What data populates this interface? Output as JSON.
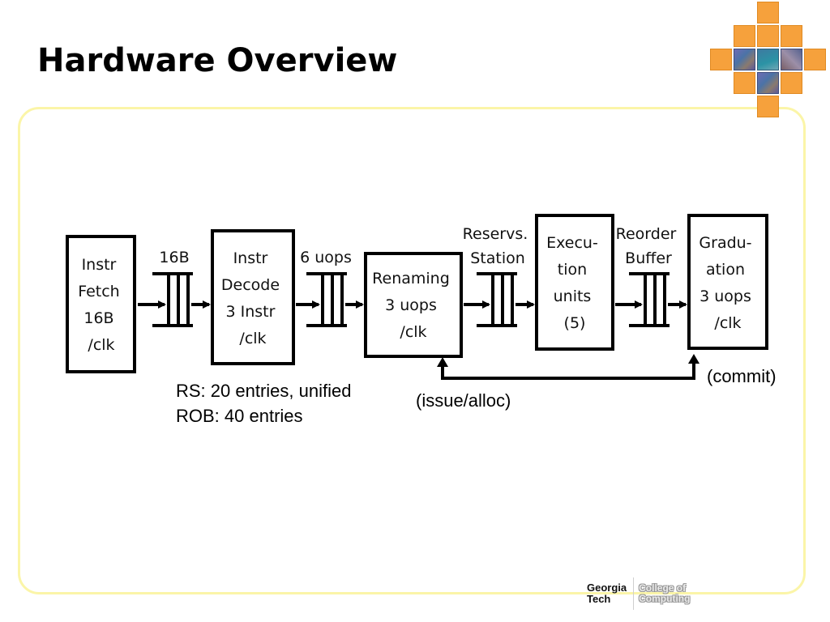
{
  "slide": {
    "title": "Hardware Overview"
  },
  "diagram": {
    "stages": [
      {
        "id": "fetch",
        "lines": [
          "Instr",
          "Fetch",
          "16B",
          "/clk"
        ]
      },
      {
        "id": "decode",
        "lines": [
          "Instr",
          "Decode",
          "3 Instr",
          "/clk"
        ]
      },
      {
        "id": "renaming",
        "lines": [
          "Renaming",
          "3 uops",
          "/clk"
        ]
      },
      {
        "id": "execution",
        "lines": [
          "Execu-",
          "tion",
          "units",
          "(5)"
        ]
      },
      {
        "id": "graduation",
        "lines": [
          "Gradu-",
          "ation",
          "3 uops",
          "/clk"
        ]
      }
    ],
    "queues": [
      {
        "id": "q1",
        "label_lines": [
          "16B"
        ]
      },
      {
        "id": "q2",
        "label_lines": [
          "6 uops"
        ]
      },
      {
        "id": "q3",
        "label_lines": [
          "Reservs.",
          "Station"
        ]
      },
      {
        "id": "q4",
        "label_lines": [
          "Reorder",
          "Buffer"
        ]
      }
    ],
    "feedback": {
      "commit_label": "(commit)",
      "issue_label": "(issue/alloc)"
    },
    "notes": {
      "line1": "RS: 20 entries, unified",
      "line2": "ROB: 40 entries"
    }
  },
  "logo": {
    "georgia": "Georgia",
    "tech": "Tech",
    "college1": "College of",
    "college2": "Computing"
  },
  "colors": {
    "frame": "#fbf5a8",
    "tile": "#f6a13c"
  }
}
